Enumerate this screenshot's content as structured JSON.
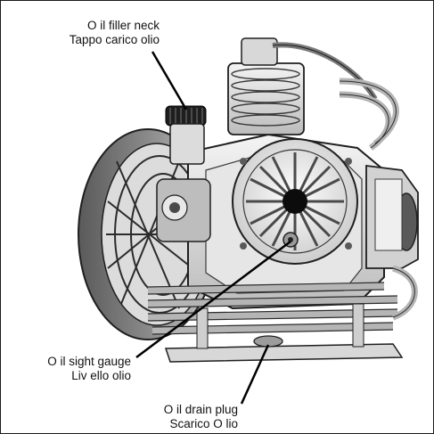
{
  "labels": {
    "oil_filler": {
      "en": "O il filler neck",
      "it": "Tappo carico olio"
    },
    "oil_sight": {
      "en": "O il sight gauge",
      "it": "Liv ello olio"
    },
    "oil_drain": {
      "en": "O il drain plug",
      "it": "Scarico O lio"
    }
  },
  "colors": {
    "outline": "#1f1f1f",
    "metal_light": "#eeeeee",
    "metal_mid": "#bdbdbd",
    "metal_dark": "#5a5a5a",
    "accent": "#000000"
  }
}
